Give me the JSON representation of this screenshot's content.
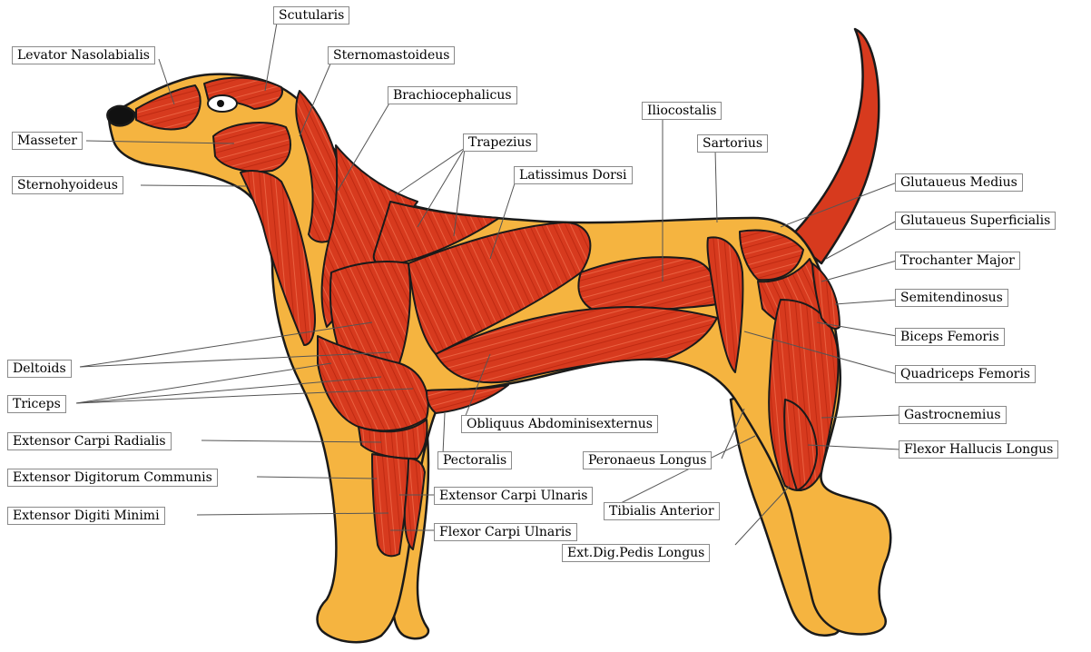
{
  "labels": {
    "scutularis": "Scutularis",
    "levator_nasolabialis": "Levator Nasolabialis",
    "sternomastoideus": "Sternomastoideus",
    "brachiocephalicus": "Brachiocephalicus",
    "masseter": "Masseter",
    "trapezius": "Trapezius",
    "iliocostalis": "Iliocostalis",
    "sartorius": "Sartorius",
    "latissimus_dorsi": "Latissimus Dorsi",
    "sternohyoideus": "Sternohyoideus",
    "glutaueus_medius": "Glutaueus Medius",
    "glutaueus_superficialis": "Glutaueus Superficialis",
    "trochanter_major": "Trochanter Major",
    "semitendinosus": "Semitendinosus",
    "biceps_femoris": "Biceps Femoris",
    "quadriceps_femoris": "Quadriceps Femoris",
    "deltoids": "Deltoids",
    "triceps": "Triceps",
    "gastrocnemius": "Gastrocnemius",
    "obliquus_abdominisexternus": "Obliquus Abdominisexternus",
    "extensor_carpi_radialis": "Extensor Carpi Radialis",
    "flexor_hallucis_longus": "Flexor Hallucis Longus",
    "pectoralis": "Pectoralis",
    "peronaeus_longus": "Peronaeus Longus",
    "extensor_digitorum_communis": "Extensor Digitorum Communis",
    "extensor_carpi_ulnaris": "Extensor Carpi Ulnaris",
    "tibialis_anterior": "Tibialis Anterior",
    "extensor_digiti_minimi": "Extensor Digiti Minimi",
    "flexor_carpi_ulnaris": "Flexor Carpi Ulnaris",
    "ext_dig_pedis_longus": "Ext.Dig.Pedis Longus"
  },
  "colors": {
    "skin": "#f5b440",
    "muscle": "#d73a1e",
    "muscle_dark": "#b5240f",
    "fiber": "#f26b4a",
    "outline": "#1a1a1a",
    "leader": "#555555"
  }
}
